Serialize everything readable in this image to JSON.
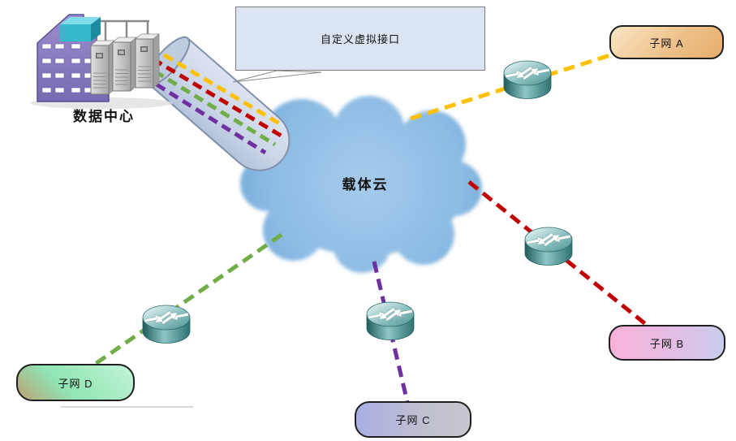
{
  "data_center": {
    "label": "数据中心"
  },
  "callout": {
    "text": "自定义虚拟接口"
  },
  "cloud": {
    "label": "载体云"
  },
  "subnets": [
    {
      "id": "A",
      "label": "子网 A",
      "tunnel_color": "#FFC000"
    },
    {
      "id": "B",
      "label": "子网 B",
      "tunnel_color": "#C00000"
    },
    {
      "id": "C",
      "label": "子网 C",
      "tunnel_color": "#7030A0"
    },
    {
      "id": "D",
      "label": "子网 D",
      "tunnel_color": "#70AD47"
    }
  ],
  "pipe_tunnel_colors": [
    "#FFC000",
    "#C00000",
    "#70AD47",
    "#7030A0"
  ],
  "router_count": "4"
}
